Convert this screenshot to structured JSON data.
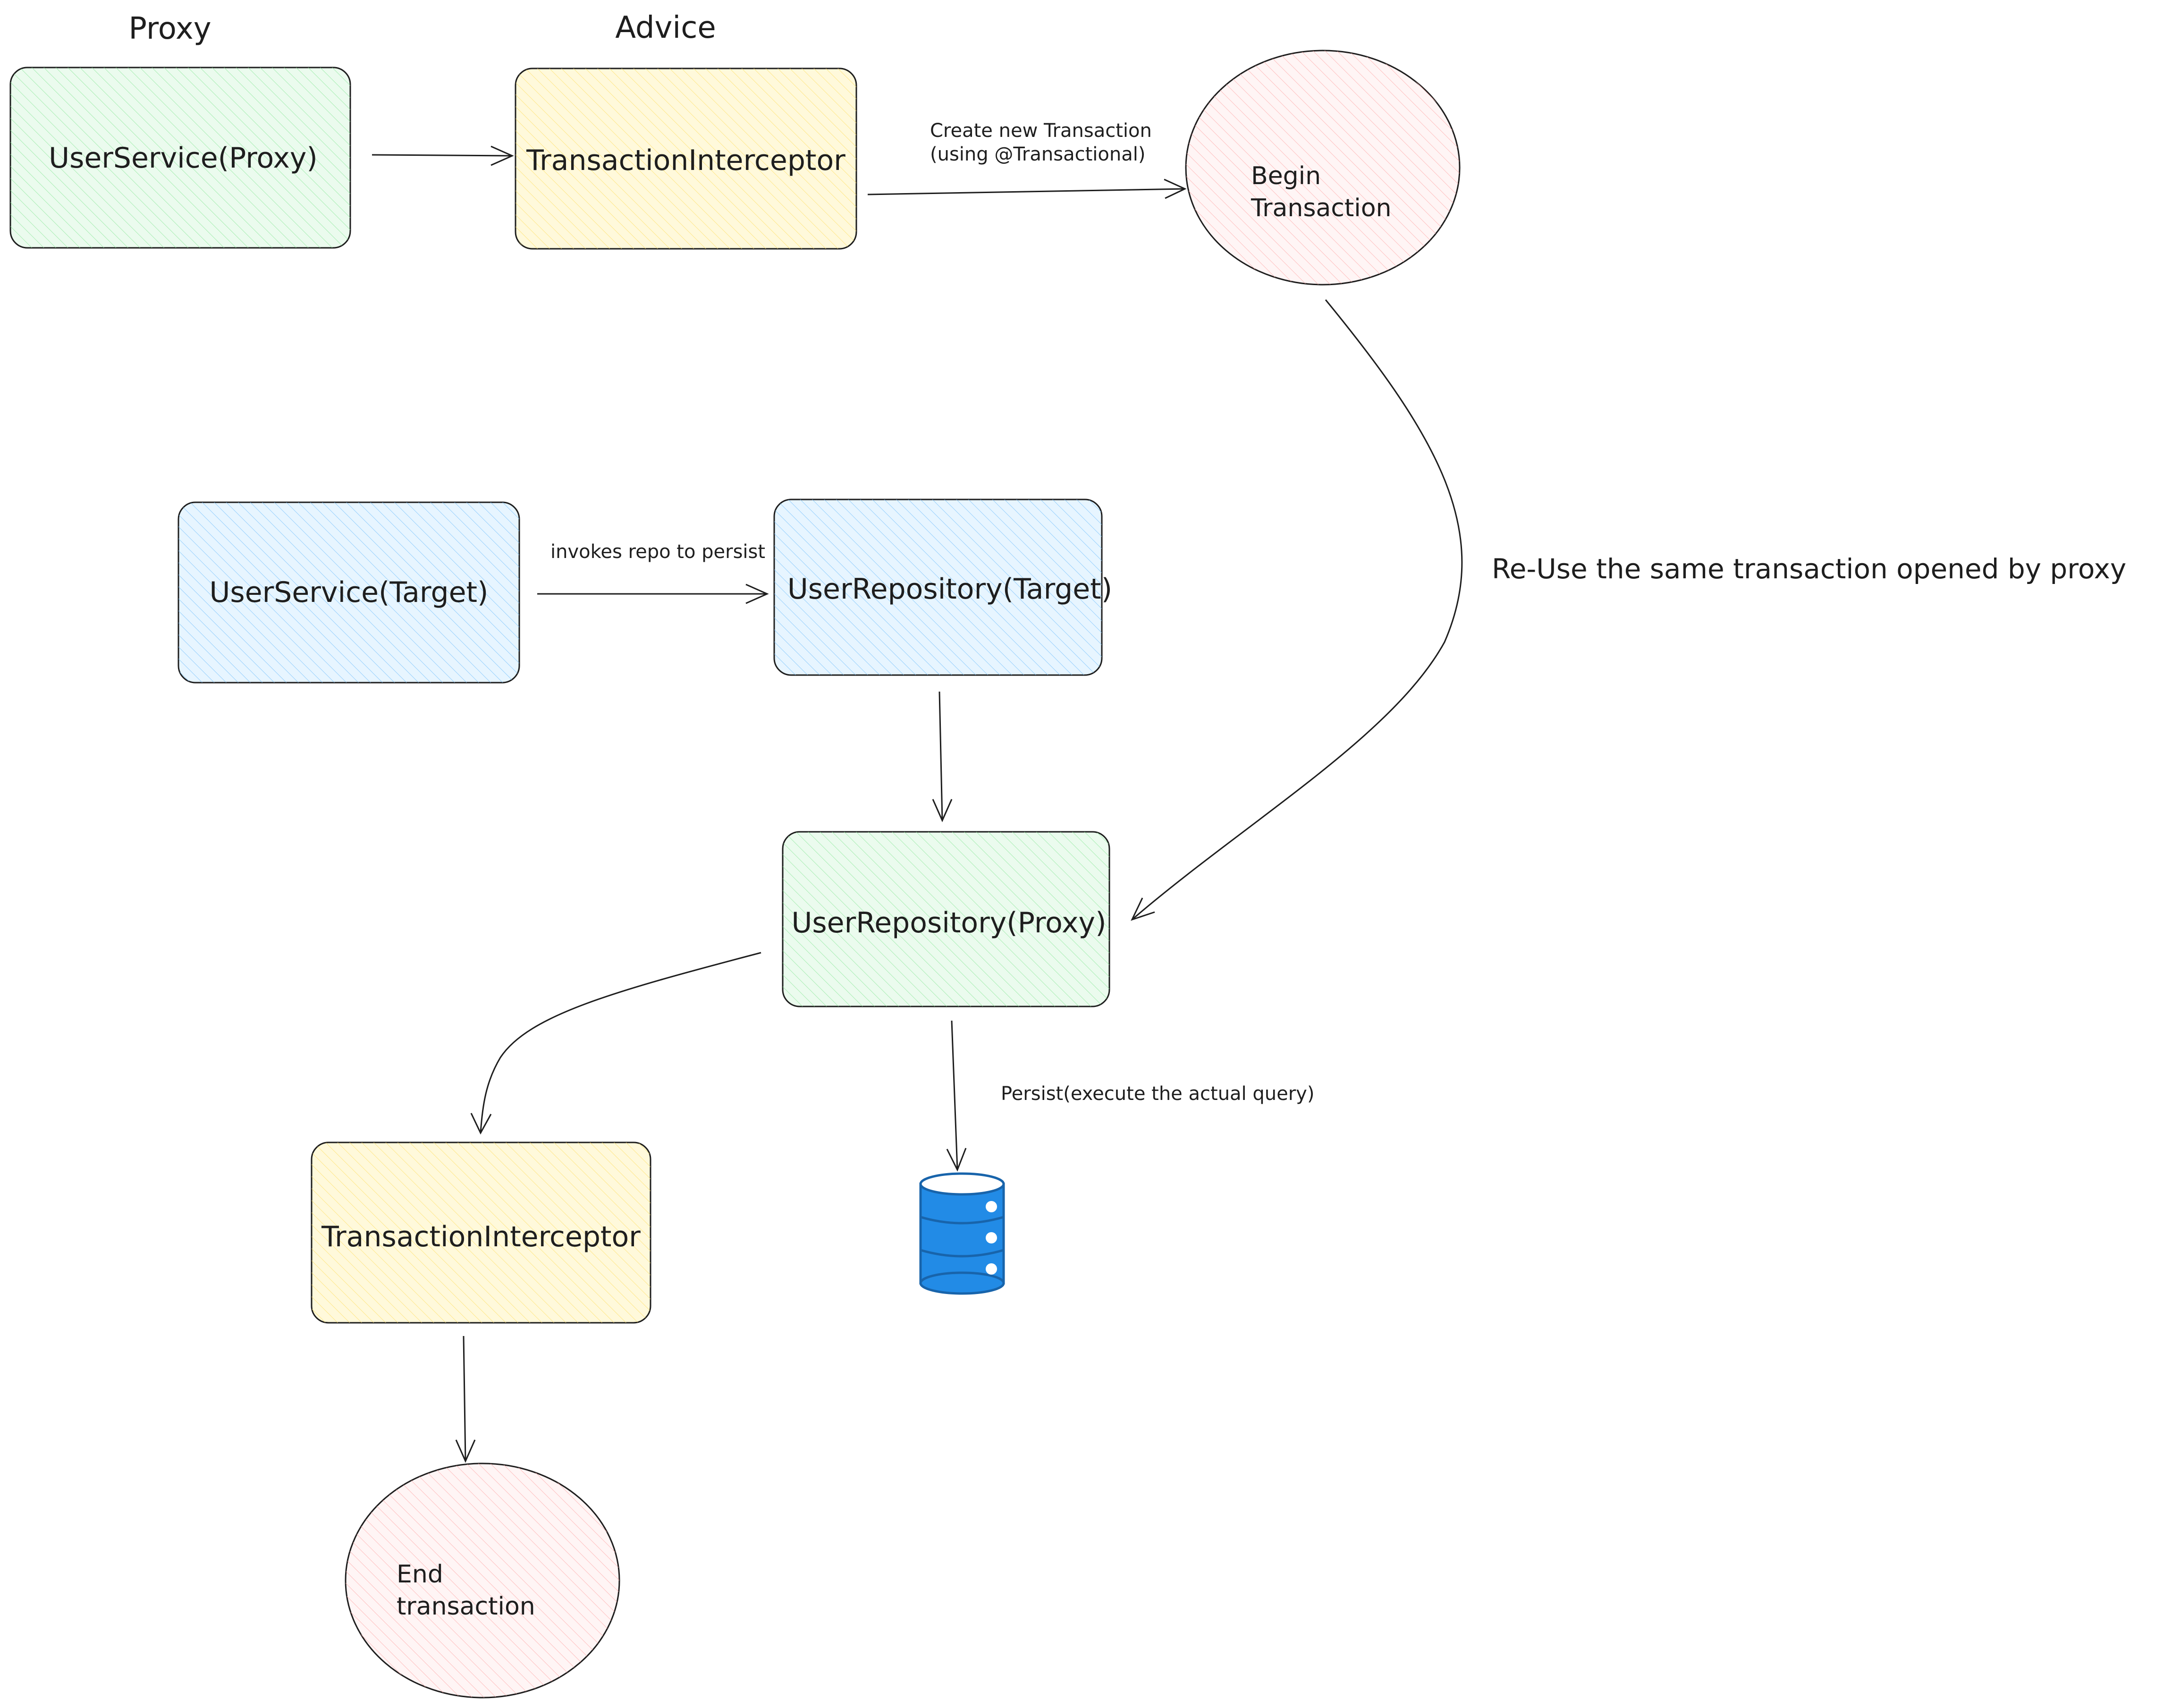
{
  "headings": {
    "proxy": "Proxy",
    "advice": "Advice"
  },
  "nodes": {
    "user_service_proxy": "UserService(Proxy)",
    "transaction_interceptor_top": "TransactionInterceptor",
    "begin_transaction": [
      "Begin",
      "Transaction"
    ],
    "user_service_target": "UserService(Target)",
    "user_repository_target": "UserRepository(Target)",
    "user_repository_proxy": "UserRepository(Proxy)",
    "transaction_interceptor_bottom": "TransactionInterceptor",
    "end_transaction": [
      "End",
      "transaction"
    ]
  },
  "edge_labels": {
    "create_transaction": [
      "Create new Transaction",
      "(using @Transactional)"
    ],
    "invokes_repo": "invokes repo to persist",
    "reuse_transaction": "Re-Use the same transaction opened by proxy",
    "persist": "Persist(execute the actual query)"
  },
  "icons": {
    "database": "database-icon"
  },
  "colors": {
    "green_fill": "#d3f9d8",
    "yellow_fill": "#fff3bf",
    "blue_fill": "#d0ebff",
    "pink_fill": "#ffe3e3",
    "stroke": "#1e1e1e",
    "db_blue": "#1c7ed6"
  }
}
